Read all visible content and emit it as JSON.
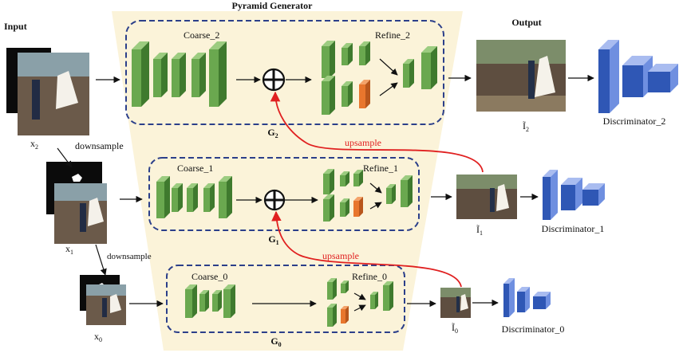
{
  "title": "Pyramid Generator",
  "input_label": "Input",
  "output_label": "Output",
  "inputs": {
    "x2": "x",
    "x2_sub": "2",
    "x1": "x",
    "x1_sub": "1",
    "x0": "x",
    "x0_sub": "0"
  },
  "downsample": "downsample",
  "upsample": "upsample",
  "levels": {
    "g2": {
      "coarse": "Coarse_2",
      "refine": "Refine_2",
      "g": "G",
      "g_sub": "2",
      "out": "Ĩ",
      "out_sub": "2",
      "disc": "Discriminator_2"
    },
    "g1": {
      "coarse": "Coarse_1",
      "refine": "Refine_1",
      "g": "G",
      "g_sub": "1",
      "out": "Ĩ",
      "out_sub": "1",
      "disc": "Discriminator_1"
    },
    "g0": {
      "coarse": "Coarse_0",
      "refine": "Refine_0",
      "g": "G",
      "g_sub": "0",
      "out": "Ĩ",
      "out_sub": "0",
      "disc": "Discriminator_0"
    }
  },
  "colors": {
    "trapezoid": "#fbf3d9",
    "dashed_box": "#2b3f8a",
    "green_layer": "#6aa84f",
    "green_dark": "#3f7a2e",
    "orange_layer": "#e8762d",
    "disc_blue": "#2f57b5",
    "disc_light": "#6f8fe0",
    "arrow_red": "#e02020"
  }
}
